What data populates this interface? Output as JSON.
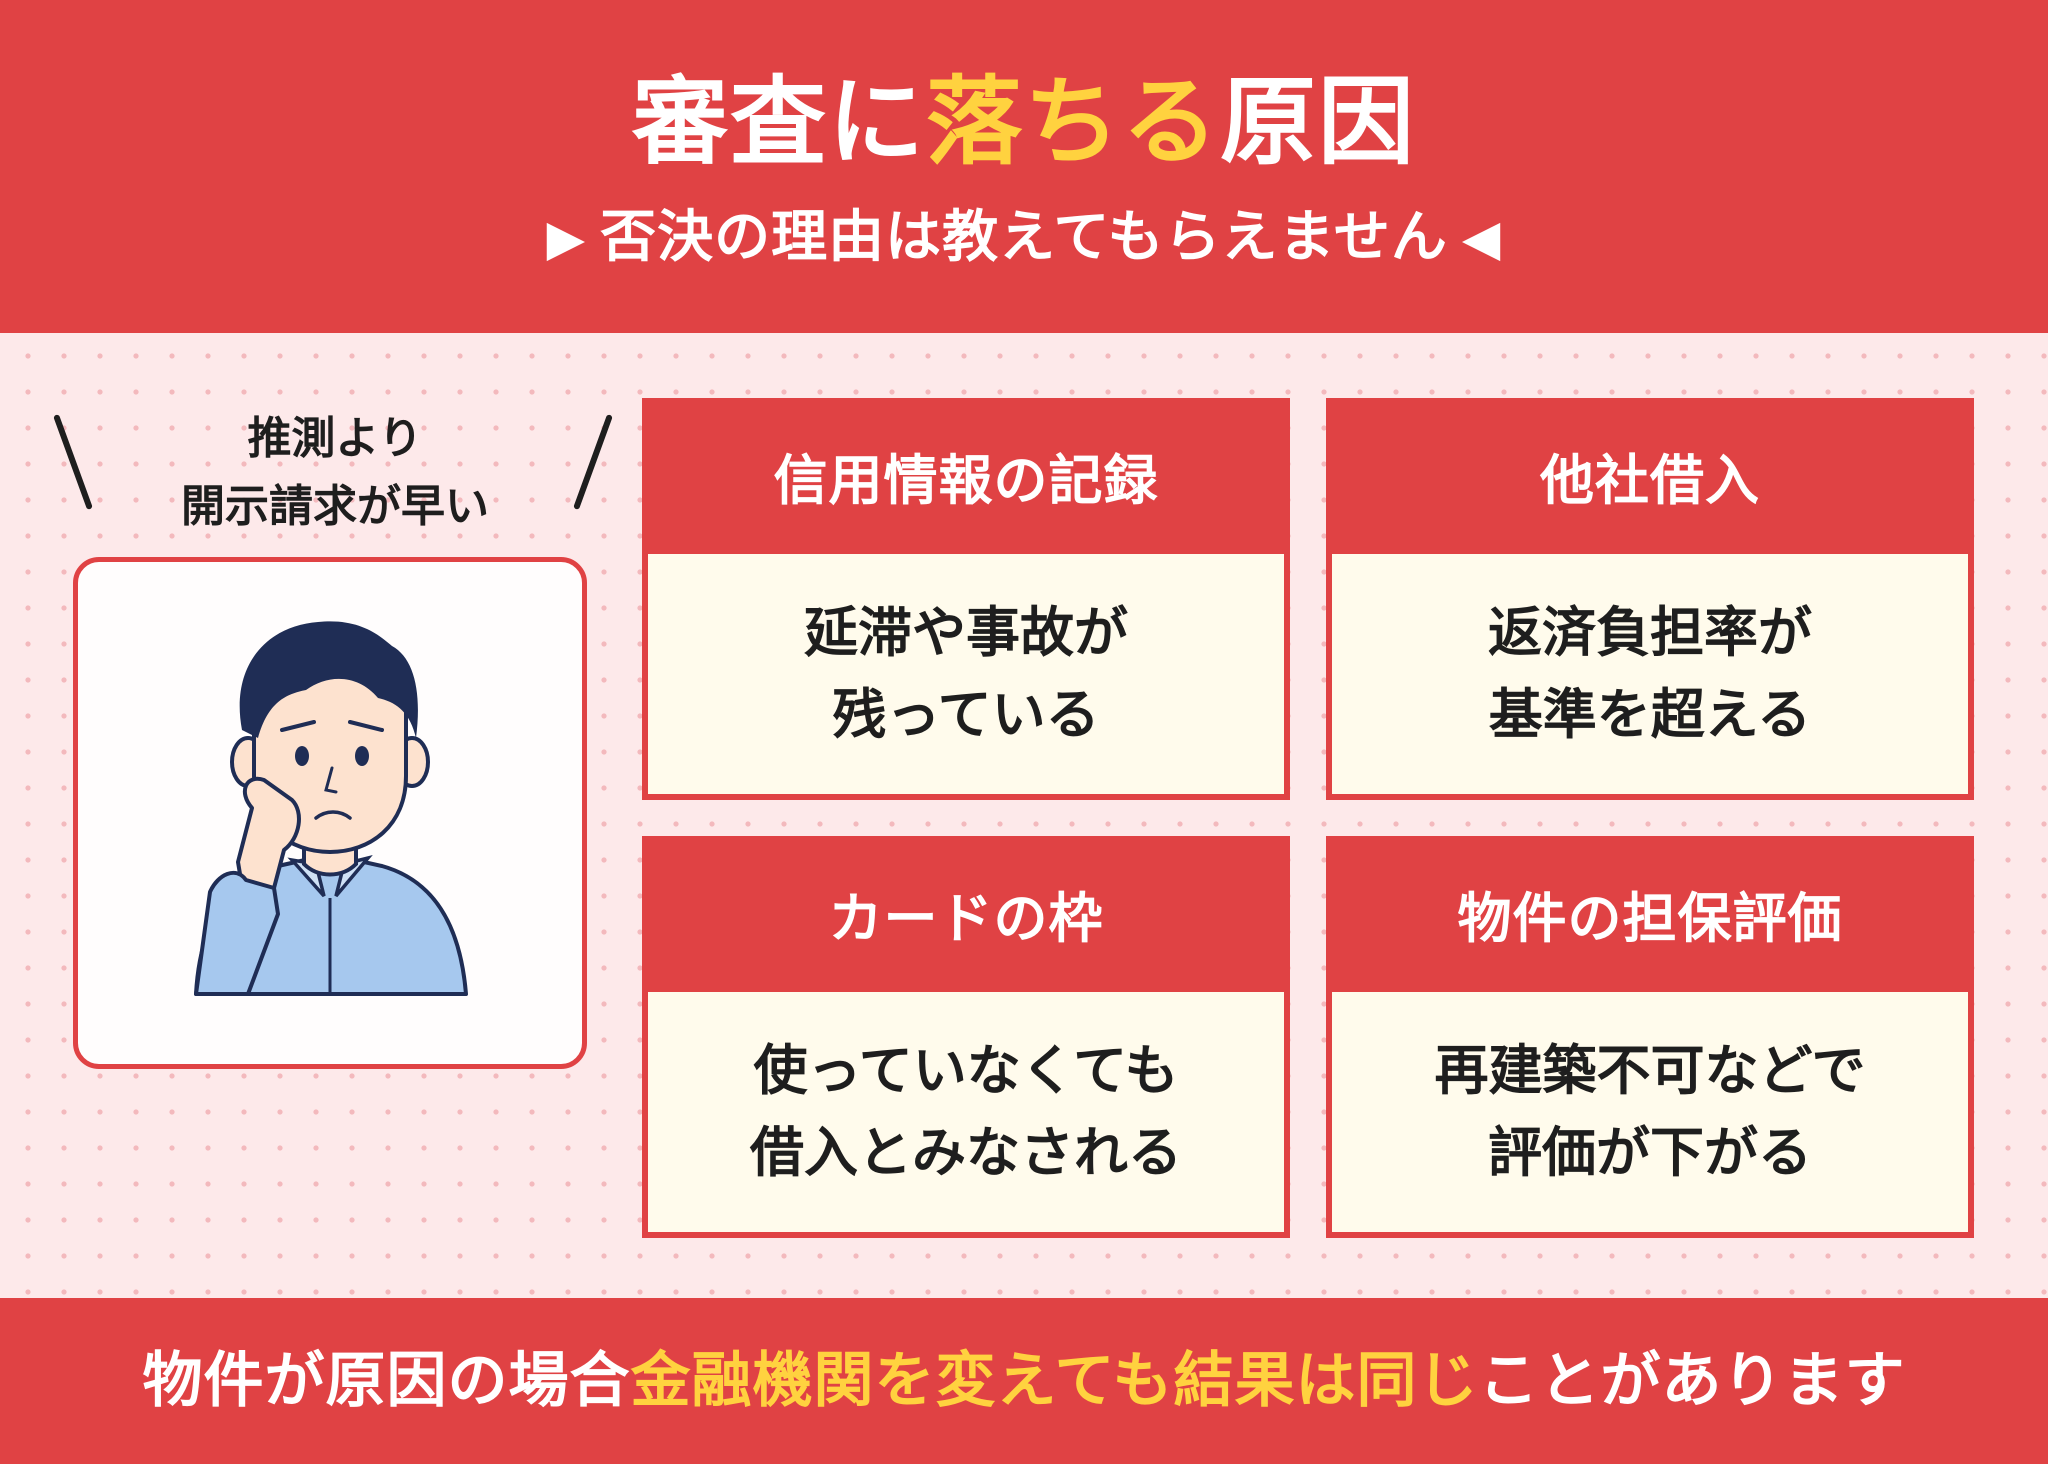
{
  "header": {
    "title_a": "審査に",
    "title_b": "落ちる",
    "title_c": "原因",
    "subtitle_left": "▶",
    "subtitle": "否決の理由は教えてもらえません",
    "subtitle_right": "◀"
  },
  "bubble": {
    "line1": "推測より",
    "line2": "開示請求が早い"
  },
  "illustration": {
    "icon": "worried-man-icon"
  },
  "cards": [
    {
      "title": "信用情報の記録",
      "line1": "延滞や事故が",
      "line2": "残っている"
    },
    {
      "title": "他社借入",
      "line1": "返済負担率が",
      "line2": "基準を超える"
    },
    {
      "title": "カードの枠",
      "line1": "使っていなくても",
      "line2": "借入とみなされる"
    },
    {
      "title": "物件の担保評価",
      "line1": "再建築不可などで",
      "line2": "評価が下がる"
    }
  ],
  "footer": {
    "part1": "物件が原因の場合",
    "part2": "金融機関を変えても結果は同じ",
    "part3": "ことがあります"
  },
  "colors": {
    "primary_red": "#e04244",
    "highlight_yellow": "#ffd23f",
    "card_body": "#fffbec",
    "background_pink": "#fde9ea"
  }
}
